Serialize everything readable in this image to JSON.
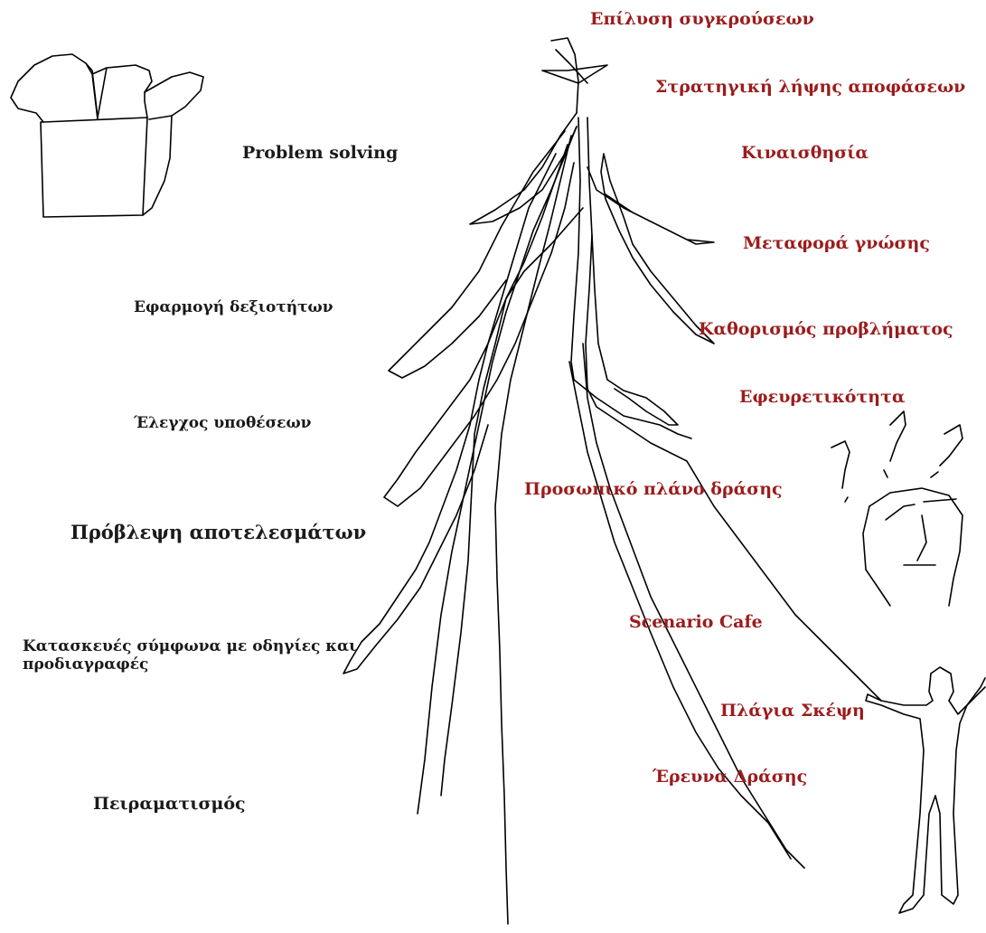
{
  "left_labels": {
    "problem_solving": "Problem solving",
    "efarmogi": "Εφαρμογή δεξιοτήτων",
    "elegxos": "Έλεγχος υποθέσεων",
    "provlepsi": "Πρόβλεψη αποτελεσμάτων",
    "kataskeves": "Κατασκευές σύμφωνα με οδηγίες και προδιαγραφές",
    "peiramatismos": "Πειραματισμός"
  },
  "right_labels": {
    "epilysi": "Επίλυση συγκρούσεων",
    "stratigiki": "Στρατηγική λήψης αποφάσεων",
    "kinaisthisia": "Κιναισθησία",
    "metafora": "Μεταφορά γνώσης",
    "kathorismos": "Καθορισμός προβλήματος",
    "efevretikotita": "Εφευρετικότητα",
    "prosopiko": "Προσωπικό πλάνο δράσης",
    "scenario": "Scenario Cafe",
    "plagia": "Πλάγια Σκέψη",
    "erevna": "Έρευνα Δράσης"
  },
  "colors": {
    "label_black": "#1a1a1a",
    "label_red": "#9b1c1c",
    "stroke": "#000000"
  },
  "icons": [
    "open-box-icon",
    "confused-head-icon",
    "stick-figure-icon",
    "roots-drawing"
  ]
}
